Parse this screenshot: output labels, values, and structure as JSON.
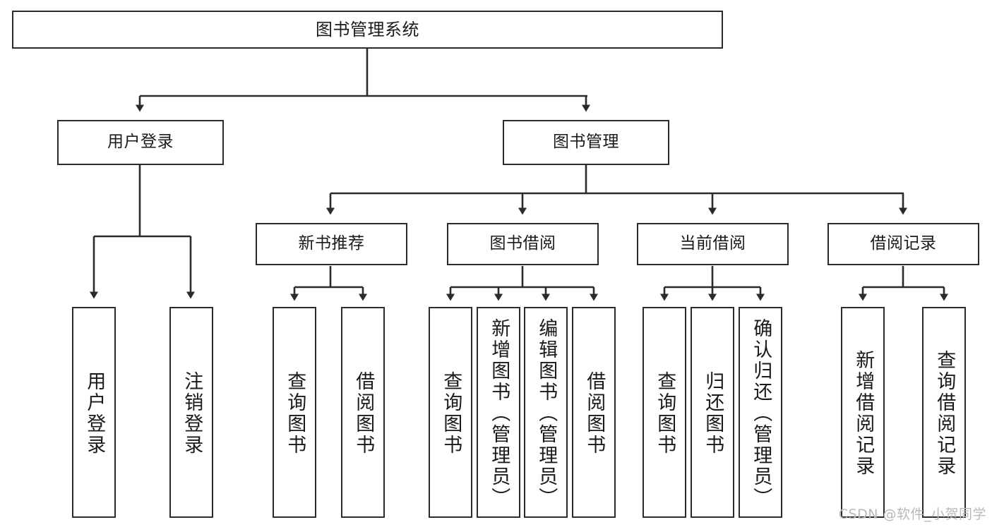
{
  "diagram": {
    "title": "图书管理系统",
    "type": "tree-hierarchy-chart",
    "root": {
      "id": "root",
      "label": "图书管理系统"
    },
    "level2": [
      {
        "id": "user-login",
        "label": "用户登录"
      },
      {
        "id": "book-manage",
        "label": "图书管理"
      }
    ],
    "level3": [
      {
        "id": "new-book-rec",
        "label": "新书推荐"
      },
      {
        "id": "book-borrow",
        "label": "图书借阅"
      },
      {
        "id": "current-borrow",
        "label": "当前借阅"
      },
      {
        "id": "borrow-record",
        "label": "借阅记录"
      }
    ],
    "leaves": {
      "user_login": [
        {
          "id": "leaf-user-login",
          "label": "用户登录"
        },
        {
          "id": "leaf-logout",
          "label": "注销登录"
        }
      ],
      "new_book_rec": [
        {
          "id": "leaf-query-book-1",
          "label": "查询图书"
        },
        {
          "id": "leaf-borrow-book-1",
          "label": "借阅图书"
        }
      ],
      "book_borrow": [
        {
          "id": "leaf-query-book-2",
          "label": "查询图书"
        },
        {
          "id": "leaf-add-book",
          "label": "新增图书（管理员）"
        },
        {
          "id": "leaf-edit-book",
          "label": "编辑图书（管理员）"
        },
        {
          "id": "leaf-borrow-book-2",
          "label": "借阅图书"
        }
      ],
      "current_borrow": [
        {
          "id": "leaf-query-book-3",
          "label": "查询图书"
        },
        {
          "id": "leaf-return-book",
          "label": "归还图书"
        },
        {
          "id": "leaf-confirm-return",
          "label": "确认归还（管理员）"
        }
      ],
      "borrow_record": [
        {
          "id": "leaf-add-record",
          "label": "新增借阅记录"
        },
        {
          "id": "leaf-query-record",
          "label": "查询借阅记录"
        }
      ]
    }
  },
  "watermark": {
    "text": "CSDN @软件_小贺同学"
  },
  "colors": {
    "stroke": "#2b2b2b",
    "fill": "#ffffff",
    "text": "#1a1a1a",
    "watermark": "#b9b9b9"
  }
}
